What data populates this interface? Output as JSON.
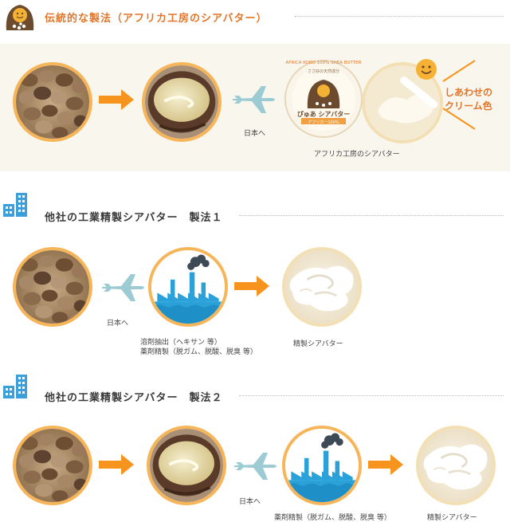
{
  "section1": {
    "title": "伝統的な製法（アフリカ工房のシアバター）",
    "plane_caption": "日本へ",
    "product_caption": "アフリカ工房のシアバター",
    "product_label": {
      "arc_text": "AFRICA KOBO 100% SHEA BUTTER",
      "tagline": "ささ好の天然成分",
      "name": "ぴゅあ シアバター",
      "sub": "アフリカー100%"
    },
    "callout": [
      "しあわせの",
      "クリーム色"
    ]
  },
  "section2": {
    "title": "他社の工業精製シアバター　製法１",
    "plane_caption": "日本へ",
    "factory_caption": [
      "溶剤抽出（ヘキサン 等）",
      "薬剤精製（脱ガム、脱酸、脱臭 等）"
    ],
    "result_caption": "精製シアバター"
  },
  "section3": {
    "title": "他社の工業精製シアバター　製法２",
    "plane_caption": "日本へ",
    "factory_caption": "薬剤精製（脱ガム、脱酸、脱臭 等）",
    "result_caption": "精製シアバター"
  },
  "colors": {
    "accent_orange": "#f7941d",
    "circle_border": "#f7b55a",
    "plane_blue": "#9ccbd4",
    "factory_blue": "#2aa2d9",
    "building_blue": "#3b9fd9",
    "callout_text": "#e2762a"
  },
  "icons": [
    "mascot-icon",
    "building-icon",
    "airplane-icon",
    "arrow-icon",
    "factory-icon",
    "smiley-icon"
  ]
}
